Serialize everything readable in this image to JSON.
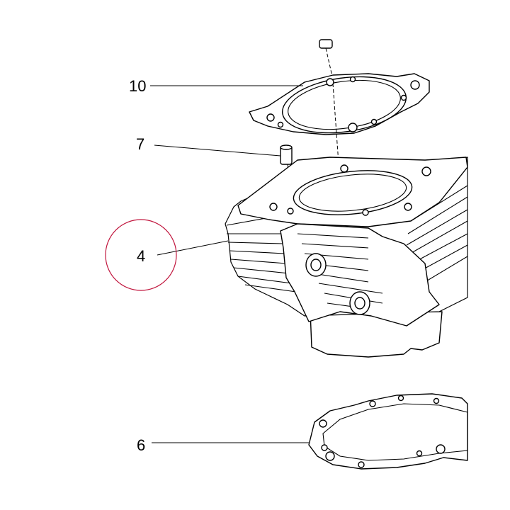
{
  "diagram": {
    "callouts": [
      {
        "id": "10",
        "label": "10"
      },
      {
        "id": "7",
        "label": "7"
      },
      {
        "id": "4",
        "label": "4",
        "highlighted": true
      },
      {
        "id": "6",
        "label": "6"
      }
    ],
    "highlight_color": "#c0143c",
    "line_color": "#000000",
    "background": "#ffffff"
  }
}
